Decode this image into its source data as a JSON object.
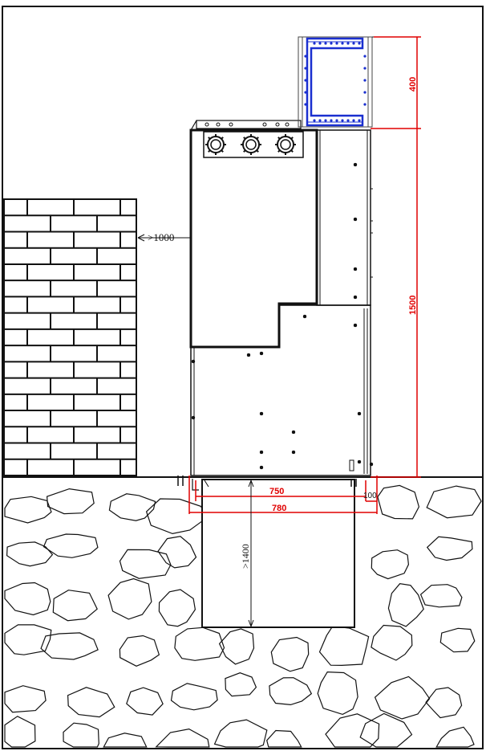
{
  "drawing": {
    "type": "cabinet installation elevation",
    "colors": {
      "line": "#111111",
      "dimension_red": "#e00000",
      "cable_tray_blue": "#1a2fd0",
      "background": "#ffffff"
    },
    "dimensions": {
      "wall_clearance": ">1000",
      "top_box_height": "400",
      "cabinet_height": "1500",
      "inner_width": "750",
      "outer_width": "780",
      "side_gap": "100",
      "pit_depth": ">1400"
    }
  }
}
